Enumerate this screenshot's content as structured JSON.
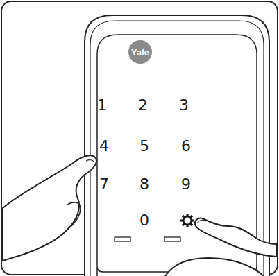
{
  "diagram": {
    "nodes": [
      {
        "text": [
          "Yale"
        ]
      }
    ],
    "labels": [
      "1",
      "2",
      "3",
      "4",
      "5",
      "6",
      "7",
      "8",
      "9",
      "0"
    ]
  }
}
